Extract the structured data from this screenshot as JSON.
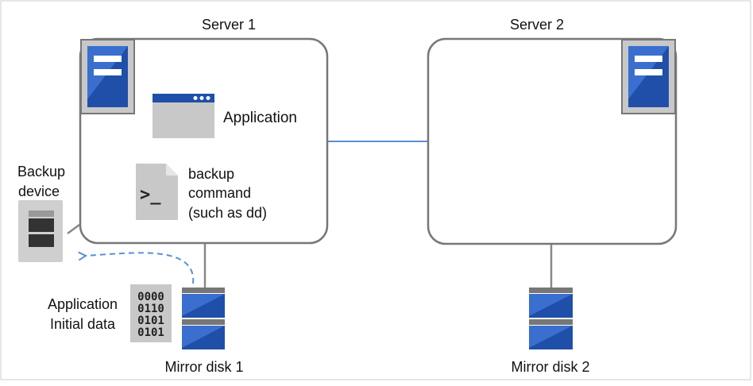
{
  "servers": [
    {
      "title": "Server 1"
    },
    {
      "title": "Server 2"
    }
  ],
  "application": {
    "label": "Application"
  },
  "backup_command": {
    "lines": [
      "backup",
      "command",
      "(such as dd)"
    ]
  },
  "backup_device": {
    "lines": [
      "Backup",
      "device"
    ]
  },
  "initial_data": {
    "lines": [
      "Application",
      "Initial data"
    ],
    "bits": [
      "0000",
      "0110",
      "0101",
      "0101"
    ]
  },
  "disks": [
    {
      "label": "Mirror disk 1"
    },
    {
      "label": "Mirror disk 2"
    }
  ],
  "colors": {
    "server_blue": "#1f4fa8",
    "server_blue_light": "#3a6fd0",
    "panel_gray": "#c8c8c8",
    "outline_gray": "#777777",
    "interconnect_blue": "#5b8fd6",
    "arrow_blue": "#5b8fd6"
  },
  "icons": {
    "server": "server-icon",
    "window": "application-window-icon",
    "terminal": "terminal-file-icon",
    "device": "backup-device-icon",
    "disk": "disk-icon",
    "data": "binary-data-icon"
  }
}
